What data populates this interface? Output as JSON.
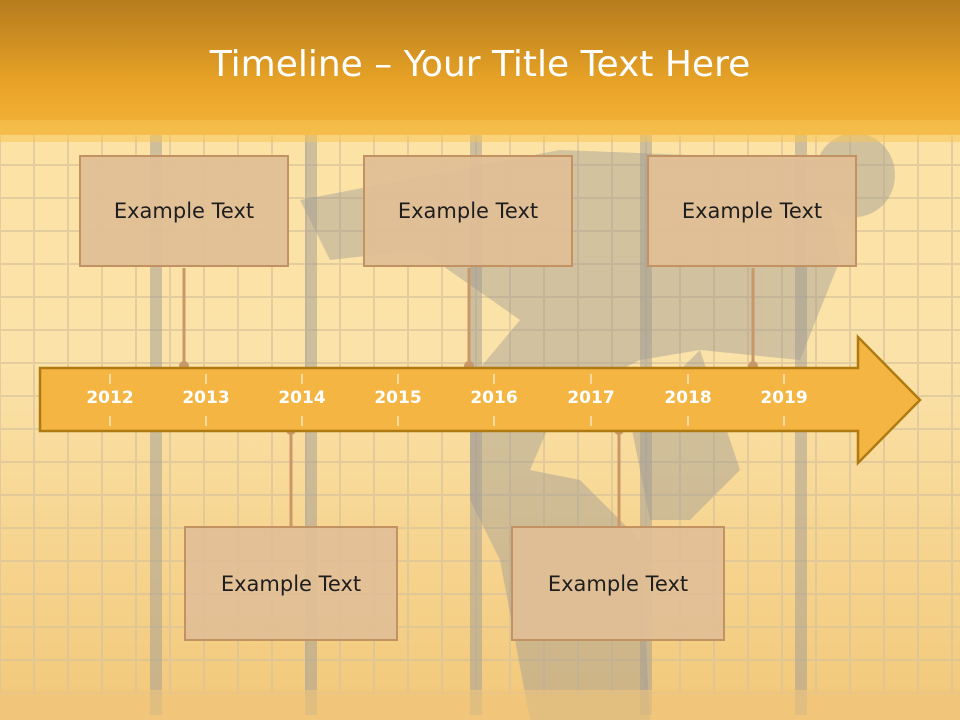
{
  "slide": {
    "title": "Timeline – Your Title Text Here",
    "years": [
      "2012",
      "2013",
      "2014",
      "2015",
      "2016",
      "2017",
      "2018",
      "2019"
    ],
    "boxes": [
      {
        "text": "Example Text"
      },
      {
        "text": "Example Text"
      },
      {
        "text": "Example Text"
      },
      {
        "text": "Example Text"
      },
      {
        "text": "Example Text"
      }
    ]
  },
  "colors": {
    "header": "#e9a21f",
    "arrow_fill": "#f4b543",
    "arrow_stroke": "#b07a12",
    "box_fill": "#e1be96",
    "connector": "#c89868"
  }
}
